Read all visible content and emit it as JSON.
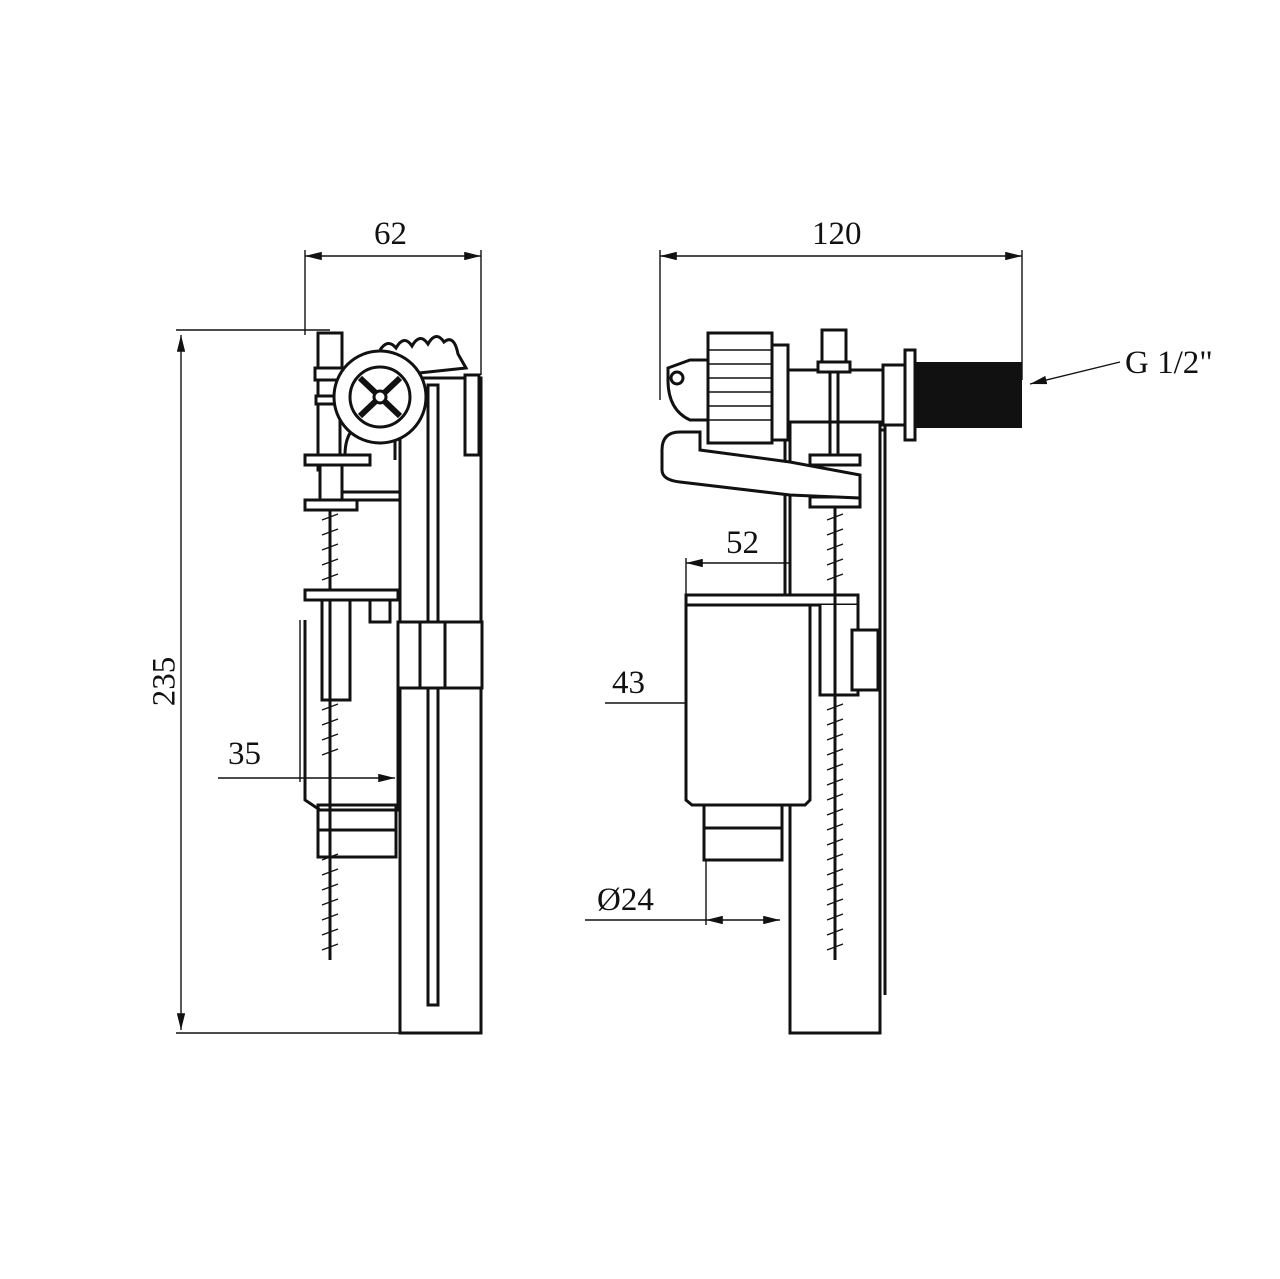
{
  "drawing": {
    "side_view": {
      "width_label": "62",
      "height_label": "235",
      "float_offset_label": "35"
    },
    "front_view": {
      "width_label": "120",
      "float_width_label": "52",
      "float_diameter_label": "43",
      "outlet_diameter_label": "Ø24",
      "thread_label": "G 1/2\""
    }
  }
}
